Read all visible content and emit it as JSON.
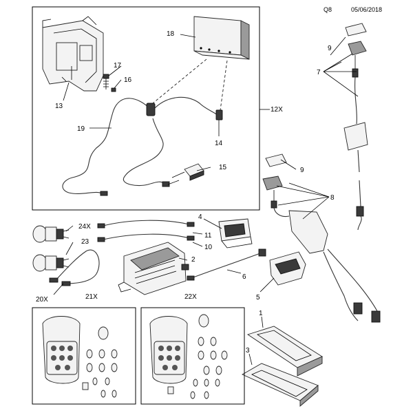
{
  "header": {
    "code": "Q8",
    "date": "05/06/2018"
  },
  "callouts": {
    "c1": "1",
    "c2": "2",
    "c3": "3",
    "c4": "4",
    "c5": "5",
    "c6": "6",
    "c7": "7",
    "c8": "8",
    "c9a": "9",
    "c9b": "9",
    "c10": "10",
    "c11": "11",
    "c12x": "12X",
    "c13": "13",
    "c14": "14",
    "c15": "15",
    "c16": "16",
    "c17": "17",
    "c18": "18",
    "c19": "19",
    "c20x": "20X",
    "c21x": "21X",
    "c22x": "22X",
    "c23": "23",
    "c24x": "24X"
  }
}
